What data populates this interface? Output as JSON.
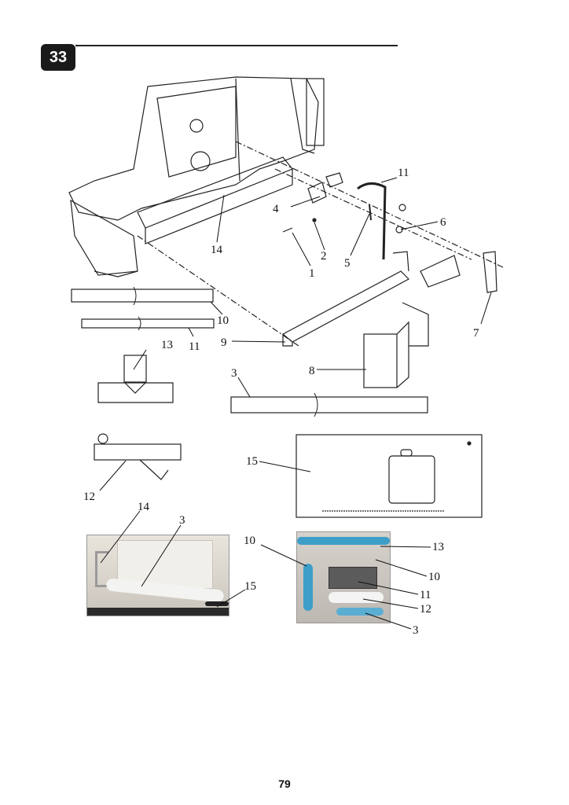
{
  "header": {
    "step_number": "33"
  },
  "callouts": {
    "c1": "1",
    "c2": "2",
    "c3": "3",
    "c4": "4",
    "c5": "5",
    "c6": "6",
    "c7": "7",
    "c8": "8",
    "c9": "9",
    "c10": "10",
    "c11": "11",
    "c12": "12",
    "c13": "13",
    "c14": "14",
    "c15": "15"
  },
  "photo_left_callouts": {
    "c14": "14",
    "c3": "3",
    "c15": "15"
  },
  "photo_right_callouts": {
    "c10a": "10",
    "c13": "13",
    "c10b": "10",
    "c11": "11",
    "c12": "12",
    "c3": "3"
  },
  "footer": {
    "page_number": "79"
  }
}
